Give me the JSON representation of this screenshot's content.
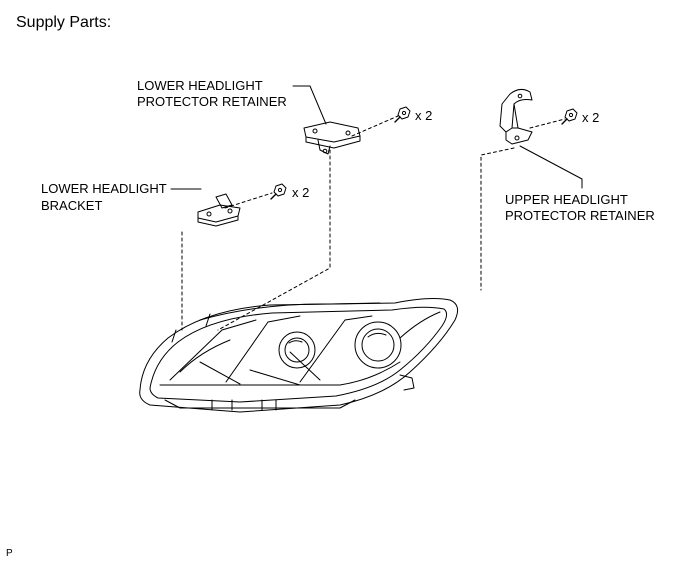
{
  "page": {
    "title": "Supply Parts:",
    "code": "P"
  },
  "parts": {
    "lower_retainer": {
      "label_line1": "LOWER HEADLIGHT",
      "label_line2": "PROTECTOR RETAINER",
      "qty": "x 2"
    },
    "lower_bracket": {
      "label_line1": "LOWER HEADLIGHT",
      "label_line2": "BRACKET",
      "qty": "x 2"
    },
    "upper_retainer": {
      "label_line1": "UPPER HEADLIGHT",
      "label_line2": "PROTECTOR RETAINER",
      "qty": "x 2"
    }
  },
  "icons": {
    "bolt": "bolt-icon",
    "headlight": "headlight-assembly",
    "bracket": "bracket-part"
  },
  "colors": {
    "line": "#000000",
    "background": "#ffffff"
  }
}
